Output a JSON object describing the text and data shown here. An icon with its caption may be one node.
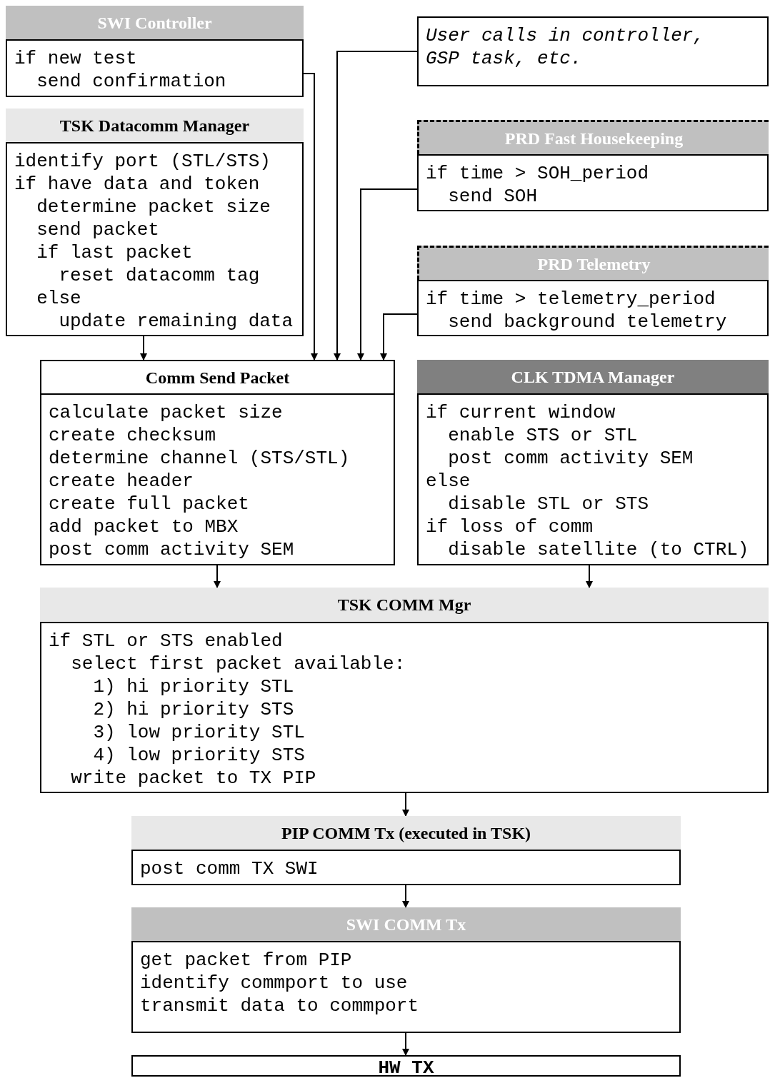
{
  "diagram": {
    "nodes": [
      {
        "text": [
          "SWI Controller",
          "if new test",
          "send confirmation"
        ]
      },
      {
        "text": [
          "TSK Datacomm Manager",
          "identify port (STL/STS)",
          "if have data and token",
          "determine packet size",
          "send packet",
          "if last packet",
          "reset datacomm tag",
          "else",
          "update remaining data"
        ]
      },
      {
        "text": [
          "User calls in controller,",
          "GSP task, etc."
        ]
      },
      {
        "text": [
          "PRD Fast Housekeeping",
          "if time > SOH_period",
          "send SOH"
        ]
      },
      {
        "text": [
          "PRD Telemetry",
          "if time > telemetry_period",
          "send background telemetry"
        ]
      },
      {
        "text": [
          "Comm Send Packet",
          "calculate packet size",
          "create checksum",
          "determine channel (STS/STL)",
          "create header",
          "create full packet",
          "add packet to MBX",
          "post comm activity SEM"
        ]
      },
      {
        "text": [
          "CLK TDMA Manager",
          "if current window",
          "enable STS or STL",
          "post comm activity SEM",
          "else",
          "disable STL or STS",
          "if loss of comm",
          "disable satellite (to CTRL)"
        ]
      },
      {
        "text": [
          "TSK COMM Mgr",
          "if STL or STS enabled",
          "select first packet available:",
          "1) hi priority STL",
          "2) hi priority STS",
          "3) low priority STL",
          "4) low priority STS",
          "write packet to TX PIP"
        ]
      },
      {
        "text": [
          "PIP COMM Tx (executed in TSK)",
          "post comm TX SWI"
        ]
      },
      {
        "text": [
          "SWI COMM Tx",
          "get packet from PIP",
          "identify commport to use",
          "transmit data to commport"
        ]
      },
      {
        "text": [
          "HW TX"
        ]
      }
    ],
    "edges": [
      {
        "from": 1,
        "to": 5,
        "arrow": "to"
      },
      {
        "from": 0,
        "to": 5,
        "arrow": "to"
      },
      {
        "from": 2,
        "to": 5,
        "arrow": "to"
      },
      {
        "from": 3,
        "to": 5,
        "arrow": "to"
      },
      {
        "from": 4,
        "to": 5,
        "arrow": "to"
      },
      {
        "from": 5,
        "to": 7,
        "arrow": "to"
      },
      {
        "from": 6,
        "to": 7,
        "arrow": "to"
      },
      {
        "from": 7,
        "to": 8,
        "arrow": "to"
      },
      {
        "from": 8,
        "to": 9,
        "arrow": "to"
      },
      {
        "from": 9,
        "to": 10,
        "arrow": "to"
      }
    ]
  }
}
